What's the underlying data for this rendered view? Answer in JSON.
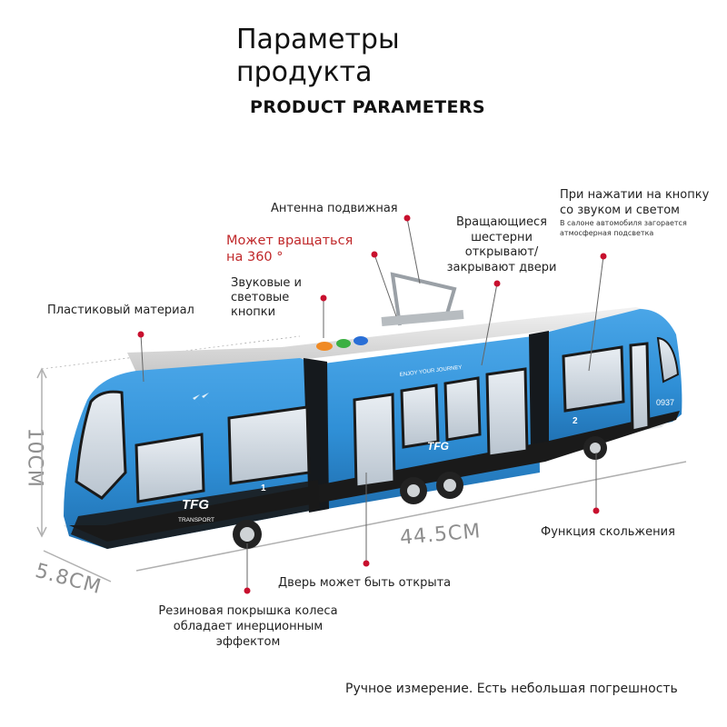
{
  "title_ru": [
    "Параметры",
    "продукта"
  ],
  "title_en": "PRODUCT PARAMETERS",
  "callouts": {
    "antenna": "Антенна подвижная",
    "button": [
      "При нажатии на кнопку",
      "со звуком и светом"
    ],
    "button_sub": [
      "В салоне автомобиля загорается",
      "атмосферная подсветка"
    ],
    "gears": [
      "Вращающиеся",
      "шестерни",
      "открывают/",
      "закрывают двери"
    ],
    "rotate": [
      "Может вращаться",
      "на 360 °"
    ],
    "sound": [
      "Звуковые и",
      "световые",
      "кнопки"
    ],
    "plastic": "Пластиковый материал",
    "slide": "Функция скольжения",
    "door": "Дверь может быть открыта",
    "tire": [
      "Резиновая покрышка колеса",
      "обладает инерционным",
      "эффектом"
    ]
  },
  "dimensions": {
    "height": "10CM",
    "length": "44.5CM",
    "width": "5.8CM"
  },
  "footer_note": "Ручное измерение. Есть небольшая погрешность",
  "tram": {
    "brand": "TFG",
    "brand_sub": "TRANSPORT",
    "slogan": "ENJOY YOUR JOURNEY",
    "code": "0937",
    "car_1": "1",
    "car_2": "2"
  },
  "colors": {
    "body": "#2f8fd6",
    "body_dark": "#1f6fb0",
    "roof": "#d9d9d9",
    "skirt": "#1a1a1a",
    "dot": "#c8102e",
    "accent_orange": "#f08a24",
    "accent_green": "#3cb043",
    "accent_blue": "#2a6fd6"
  }
}
